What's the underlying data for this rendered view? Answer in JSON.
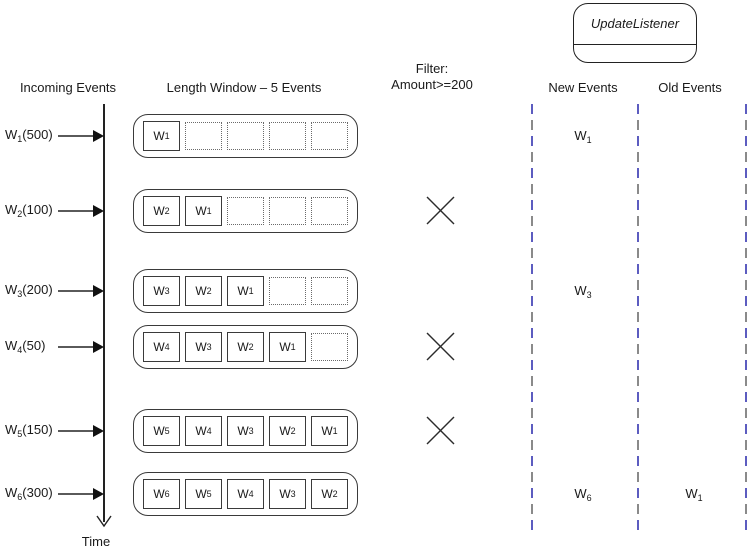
{
  "listener": {
    "label": "UpdateListener"
  },
  "headers": {
    "incoming": "Incoming Events",
    "window": "Length Window – 5 Events",
    "filter_line1": "Filter:",
    "filter_line2": "Amount>=200",
    "new_events": "New Events",
    "old_events": "Old Events"
  },
  "time_label": "Time",
  "window_size": 5,
  "colors": {
    "dash_blue": "#5c5cc0",
    "dash_gray": "#8a8a8a",
    "line": "#222222"
  },
  "rows": [
    {
      "event": {
        "base": "W",
        "sub": "1",
        "amount": "(500)"
      },
      "slots": [
        "1"
      ],
      "filter_rejected": false,
      "new_event": "1",
      "old_event": null
    },
    {
      "event": {
        "base": "W",
        "sub": "2",
        "amount": "(100)"
      },
      "slots": [
        "2",
        "1"
      ],
      "filter_rejected": true,
      "new_event": null,
      "old_event": null
    },
    {
      "event": {
        "base": "W",
        "sub": "3",
        "amount": "(200)"
      },
      "slots": [
        "3",
        "2",
        "1"
      ],
      "filter_rejected": false,
      "new_event": "3",
      "old_event": null
    },
    {
      "event": {
        "base": "W",
        "sub": "4",
        "amount": "(50)"
      },
      "slots": [
        "4",
        "3",
        "2",
        "1"
      ],
      "filter_rejected": true,
      "new_event": null,
      "old_event": null
    },
    {
      "event": {
        "base": "W",
        "sub": "5",
        "amount": "(150)"
      },
      "slots": [
        "5",
        "4",
        "3",
        "2",
        "1"
      ],
      "filter_rejected": true,
      "new_event": null,
      "old_event": null
    },
    {
      "event": {
        "base": "W",
        "sub": "6",
        "amount": "(300)"
      },
      "slots": [
        "6",
        "5",
        "4",
        "3",
        "2"
      ],
      "filter_rejected": false,
      "new_event": "6",
      "old_event": "1"
    }
  ]
}
